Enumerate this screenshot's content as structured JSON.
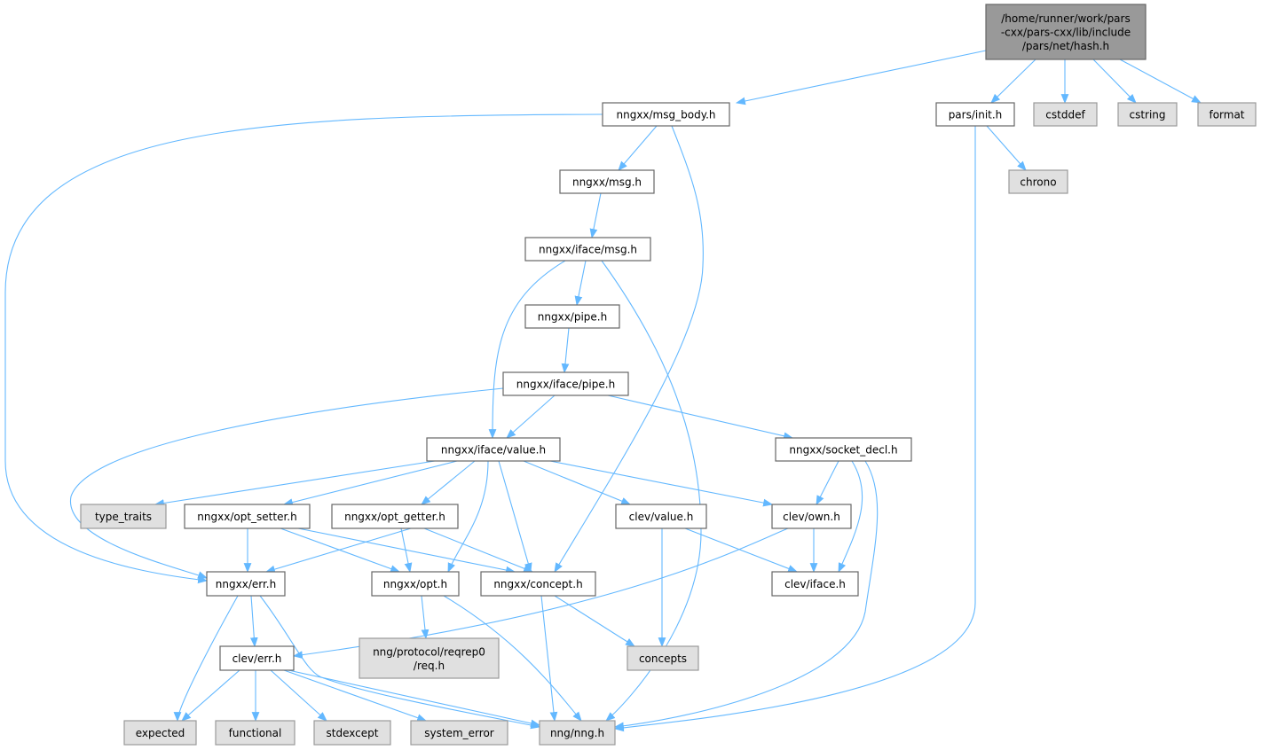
{
  "graph": {
    "type": "include-dependency-graph",
    "colors": {
      "edge": "#63b8ff",
      "root_fill": "#999999",
      "external_fill": "#e0e0e0",
      "node_border": "#666666"
    },
    "nodes": {
      "root": {
        "lines": [
          "/home/runner/work/pars",
          "-cxx/pars-cxx/lib/include",
          "/pars/net/hash.h"
        ],
        "kind": "root"
      },
      "msg_body": {
        "lines": [
          "nngxx/msg_body.h"
        ],
        "kind": "normal"
      },
      "init": {
        "lines": [
          "pars/init.h"
        ],
        "kind": "normal"
      },
      "cstddef": {
        "lines": [
          "cstddef"
        ],
        "kind": "ext"
      },
      "cstring": {
        "lines": [
          "cstring"
        ],
        "kind": "ext"
      },
      "format": {
        "lines": [
          "format"
        ],
        "kind": "ext"
      },
      "msg": {
        "lines": [
          "nngxx/msg.h"
        ],
        "kind": "normal"
      },
      "chrono": {
        "lines": [
          "chrono"
        ],
        "kind": "ext"
      },
      "iface_msg": {
        "lines": [
          "nngxx/iface/msg.h"
        ],
        "kind": "normal"
      },
      "pipe": {
        "lines": [
          "nngxx/pipe.h"
        ],
        "kind": "normal"
      },
      "iface_pipe": {
        "lines": [
          "nngxx/iface/pipe.h"
        ],
        "kind": "normal"
      },
      "value": {
        "lines": [
          "nngxx/iface/value.h"
        ],
        "kind": "normal"
      },
      "socket_decl": {
        "lines": [
          "nngxx/socket_decl.h"
        ],
        "kind": "normal"
      },
      "type_traits": {
        "lines": [
          "type_traits"
        ],
        "kind": "ext"
      },
      "opt_setter": {
        "lines": [
          "nngxx/opt_setter.h"
        ],
        "kind": "normal"
      },
      "opt_getter": {
        "lines": [
          "nngxx/opt_getter.h"
        ],
        "kind": "normal"
      },
      "clev_value": {
        "lines": [
          "clev/value.h"
        ],
        "kind": "normal"
      },
      "clev_own": {
        "lines": [
          "clev/own.h"
        ],
        "kind": "normal"
      },
      "err": {
        "lines": [
          "nngxx/err.h"
        ],
        "kind": "normal"
      },
      "opt": {
        "lines": [
          "nngxx/opt.h"
        ],
        "kind": "normal"
      },
      "concept": {
        "lines": [
          "nngxx/concept.h"
        ],
        "kind": "normal"
      },
      "clev_iface": {
        "lines": [
          "clev/iface.h"
        ],
        "kind": "normal"
      },
      "clev_err": {
        "lines": [
          "clev/err.h"
        ],
        "kind": "normal"
      },
      "req": {
        "lines": [
          "nng/protocol/reqrep0",
          "/req.h"
        ],
        "kind": "ext"
      },
      "concepts": {
        "lines": [
          "concepts"
        ],
        "kind": "ext"
      },
      "expected": {
        "lines": [
          "expected"
        ],
        "kind": "ext"
      },
      "functional": {
        "lines": [
          "functional"
        ],
        "kind": "ext"
      },
      "stdexcept": {
        "lines": [
          "stdexcept"
        ],
        "kind": "ext"
      },
      "system_error": {
        "lines": [
          "system_error"
        ],
        "kind": "ext"
      },
      "nng": {
        "lines": [
          "nng/nng.h"
        ],
        "kind": "ext"
      }
    },
    "edges": [
      [
        "root",
        "msg_body"
      ],
      [
        "root",
        "init"
      ],
      [
        "root",
        "cstddef"
      ],
      [
        "root",
        "cstring"
      ],
      [
        "root",
        "format"
      ],
      [
        "msg_body",
        "msg"
      ],
      [
        "msg_body",
        "err"
      ],
      [
        "msg_body",
        "concept"
      ],
      [
        "init",
        "chrono"
      ],
      [
        "init",
        "nng"
      ],
      [
        "msg",
        "iface_msg"
      ],
      [
        "iface_msg",
        "pipe"
      ],
      [
        "iface_msg",
        "value"
      ],
      [
        "iface_msg",
        "nng"
      ],
      [
        "pipe",
        "iface_pipe"
      ],
      [
        "iface_pipe",
        "value"
      ],
      [
        "iface_pipe",
        "socket_decl"
      ],
      [
        "iface_pipe",
        "err"
      ],
      [
        "value",
        "type_traits"
      ],
      [
        "value",
        "opt_setter"
      ],
      [
        "value",
        "opt_getter"
      ],
      [
        "value",
        "opt"
      ],
      [
        "value",
        "concept"
      ],
      [
        "value",
        "clev_value"
      ],
      [
        "value",
        "clev_own"
      ],
      [
        "socket_decl",
        "clev_own"
      ],
      [
        "socket_decl",
        "clev_iface"
      ],
      [
        "socket_decl",
        "nng"
      ],
      [
        "opt_setter",
        "err"
      ],
      [
        "opt_setter",
        "opt"
      ],
      [
        "opt_setter",
        "concept"
      ],
      [
        "opt_getter",
        "err"
      ],
      [
        "opt_getter",
        "opt"
      ],
      [
        "opt_getter",
        "concept"
      ],
      [
        "clev_value",
        "concepts"
      ],
      [
        "clev_value",
        "clev_iface"
      ],
      [
        "clev_own",
        "clev_iface"
      ],
      [
        "clev_own",
        "clev_err"
      ],
      [
        "err",
        "clev_err"
      ],
      [
        "err",
        "expected"
      ],
      [
        "err",
        "nng"
      ],
      [
        "opt",
        "req"
      ],
      [
        "opt",
        "nng"
      ],
      [
        "concept",
        "nng"
      ],
      [
        "concept",
        "concepts"
      ],
      [
        "clev_err",
        "expected"
      ],
      [
        "clev_err",
        "functional"
      ],
      [
        "clev_err",
        "stdexcept"
      ],
      [
        "clev_err",
        "system_error"
      ],
      [
        "clev_err",
        "nng"
      ]
    ]
  }
}
